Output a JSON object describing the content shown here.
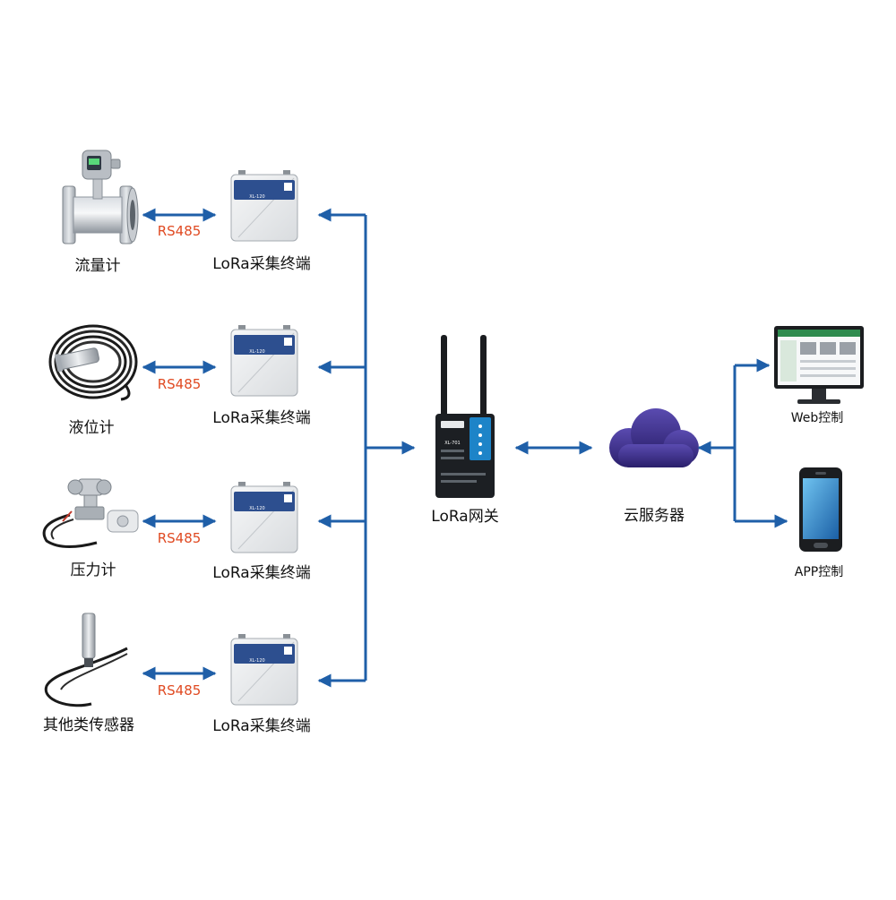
{
  "colors": {
    "arrow": "#1f5fa8",
    "rs485": "#e04a22",
    "text": "#111111",
    "cloud": "#3b2d8a",
    "device_body": "#eef0f1",
    "device_label": "#2d4f8f",
    "gateway": "#1c1f23",
    "gateway_accent": "#1d84c8"
  },
  "sensors": [
    {
      "label": "流量计",
      "icon": "flowmeter-icon"
    },
    {
      "label": "液位计",
      "icon": "level-gauge-icon"
    },
    {
      "label": "压力计",
      "icon": "pressure-transmitter-icon"
    },
    {
      "label": "其他类传感器",
      "icon": "probe-sensor-icon"
    }
  ],
  "terminals": [
    {
      "label": "LoRa采集终端",
      "plate_model": "XL-120"
    },
    {
      "label": "LoRa采集终端",
      "plate_model": "XL-120"
    },
    {
      "label": "LoRa采集终端",
      "plate_model": "XL-120"
    },
    {
      "label": "LoRa采集终端",
      "plate_model": "XL-120"
    }
  ],
  "links": [
    {
      "label": "RS485"
    },
    {
      "label": "RS485"
    },
    {
      "label": "RS485"
    },
    {
      "label": "RS485"
    }
  ],
  "gateway": {
    "label": "LoRa网关",
    "model": "XL-701"
  },
  "cloud": {
    "label": "云服务器"
  },
  "clients": [
    {
      "label": "Web控制",
      "icon": "monitor-icon"
    },
    {
      "label": "APP控制",
      "icon": "smartphone-icon"
    }
  ]
}
